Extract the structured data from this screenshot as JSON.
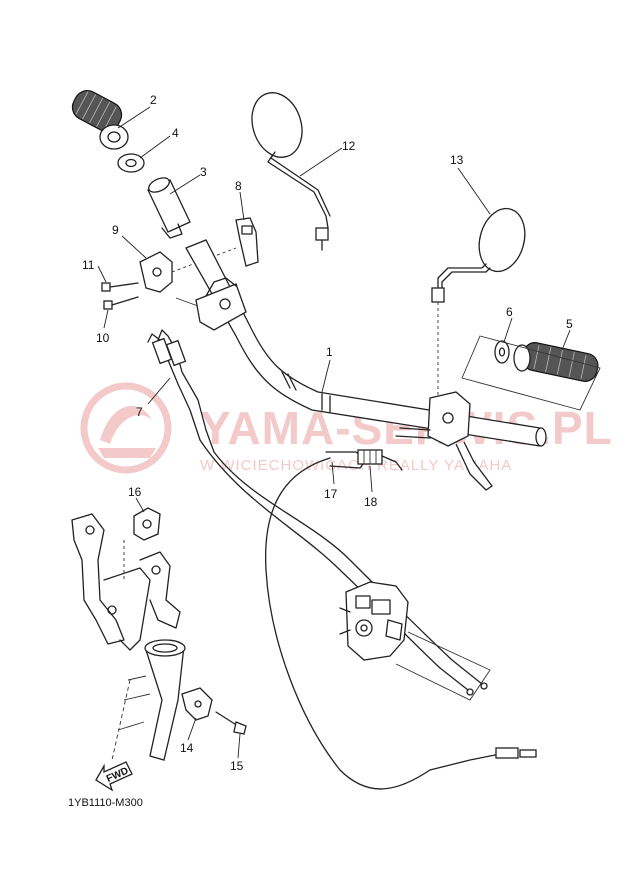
{
  "watermark": {
    "title": "YAMA-SERWIS.PL",
    "subtitle": "W WICIECHOWICACH REALLY YAMAHA",
    "color": "#f3c9c9"
  },
  "callouts": {
    "c1": "1",
    "c2": "2",
    "c3": "3",
    "c4": "4",
    "c5": "5",
    "c6": "6",
    "c7": "7",
    "c8": "8",
    "c9": "9",
    "c10": "10",
    "c11": "11",
    "c12": "12",
    "c13": "13",
    "c14": "14",
    "c15": "15",
    "c16": "16",
    "c17": "17",
    "c18": "18"
  },
  "fwd_label": "FWD",
  "diagram_code": "1YB1110-M300"
}
